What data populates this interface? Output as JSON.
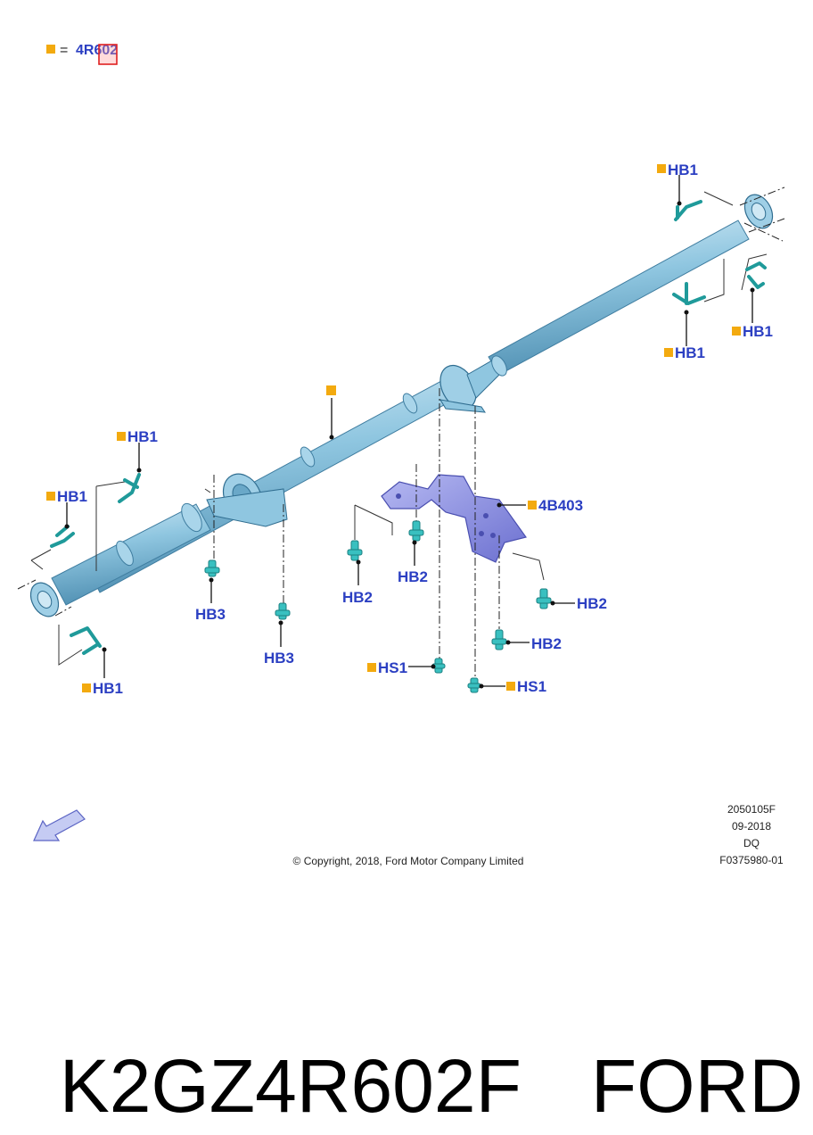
{
  "legend": {
    "equals": "=",
    "part": "4R602"
  },
  "callouts": {
    "hb1_top_right": "HB1",
    "hb1_right_lower": "HB1",
    "hb1_right_mid": "HB1",
    "hb1_left_upper": "HB1",
    "hb1_left_mid": "HB1",
    "hb1_left_lower": "HB1",
    "bracket": "4B403",
    "hb2_a": "HB2",
    "hb2_b": "HB2",
    "hb2_c": "HB2",
    "hb2_d": "HB2",
    "hb3_a": "HB3",
    "hb3_b": "HB3",
    "hs1_a": "HS1",
    "hs1_b": "HS1"
  },
  "meta": {
    "line1": "2050105F",
    "line2": "09-2018",
    "line3": "DQ",
    "line4": "F0375980-01"
  },
  "copyright": "© Copyright, 2018, Ford Motor Company Limited",
  "footer": {
    "part_number": "K2GZ4R602F",
    "brand": "FORD"
  },
  "colors": {
    "callout_text": "#2b3fc2",
    "marker": "#f3aa0f",
    "shaft": "#8fc6e0",
    "bolts": "#39c0c0",
    "bracket": "#8f93e3",
    "selection_box": "#e02020"
  }
}
